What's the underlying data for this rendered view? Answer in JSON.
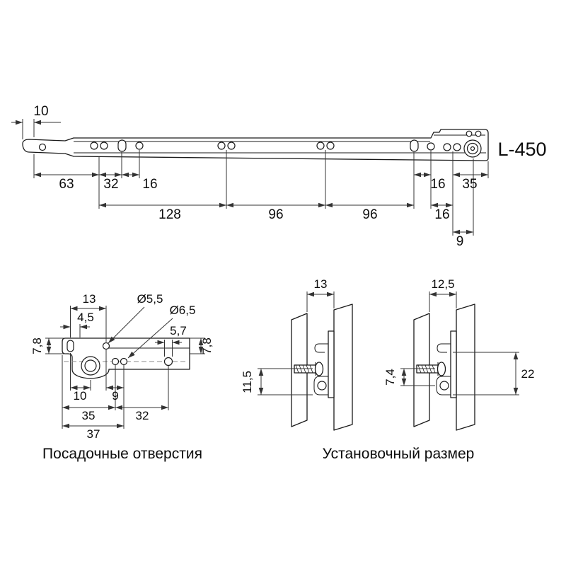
{
  "drawing": {
    "model_label": "L-450",
    "colors": {
      "line": "#1a1a1a",
      "dimension": "#333333",
      "background": "#ffffff"
    },
    "top_view": {
      "dims": {
        "tip": "10",
        "a63": "63",
        "a32": "32",
        "a16": "16",
        "b128": "128",
        "b96a": "96",
        "b96b": "96",
        "r16a": "16",
        "r35": "35",
        "r16b": "16",
        "r9": "9"
      }
    },
    "holes_view": {
      "caption": "Посадочные отверстия",
      "dims": {
        "t13": "13",
        "t45": "4,5",
        "l78": "7,8",
        "dia55": "Ø5,5",
        "dia65": "Ø6,5",
        "d57": "5,7",
        "r78": "7,8",
        "b10": "10",
        "b9": "9",
        "b35": "35",
        "b32": "32",
        "b37": "37"
      }
    },
    "mount_view": {
      "caption": "Установочный размер",
      "dims": {
        "g13": "13",
        "v115": "11,5",
        "g125": "12,5",
        "v74": "7,4",
        "v22": "22"
      }
    }
  }
}
